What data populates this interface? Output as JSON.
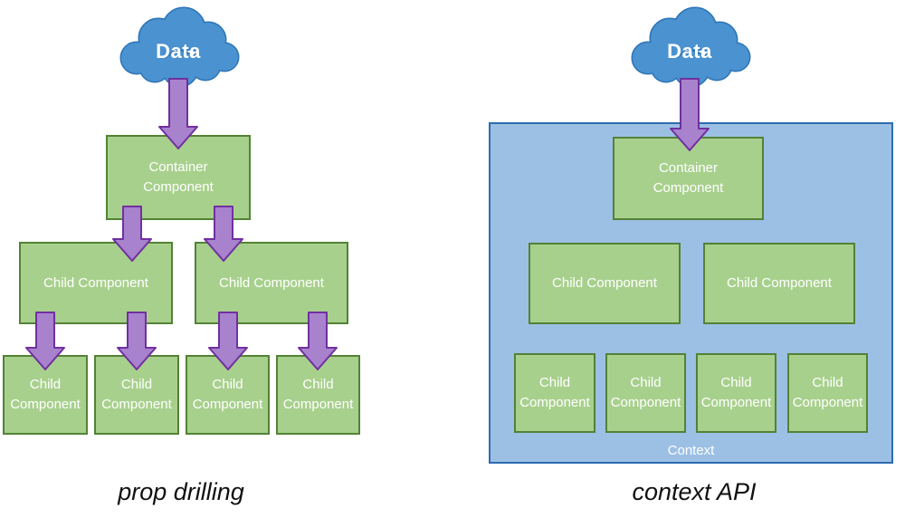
{
  "left_panel": {
    "caption": "prop drilling",
    "cloud": {
      "label": "Data"
    },
    "container": {
      "label": "Container Component"
    },
    "row2": [
      {
        "label": "Child Component"
      },
      {
        "label": "Child Component"
      }
    ],
    "row3": [
      {
        "label": "Child Component"
      },
      {
        "label": "Child Component"
      },
      {
        "label": "Child Component"
      },
      {
        "label": "Child Component"
      }
    ]
  },
  "right_panel": {
    "caption": "context API",
    "cloud": {
      "label": "Data"
    },
    "context_box": {
      "label": "Context"
    },
    "container": {
      "label": "Container Component"
    },
    "row2": [
      {
        "label": "Child Component"
      },
      {
        "label": "Child Component"
      }
    ],
    "row3": [
      {
        "label": "Child Component"
      },
      {
        "label": "Child Component"
      },
      {
        "label": "Child Component"
      },
      {
        "label": "Child Component"
      }
    ]
  },
  "colors": {
    "cloud_fill": "#4a92d0",
    "cloud_border": "#2e75b6",
    "arrow_fill": "#a882cd",
    "arrow_border": "#7030a0",
    "box_fill": "#a8d08d",
    "box_border": "#538235",
    "context_fill": "#9cc0e4",
    "context_border": "#2e6cb0",
    "label_text": "#ffffff",
    "caption_text": "#111111",
    "background": "#ffffff"
  }
}
